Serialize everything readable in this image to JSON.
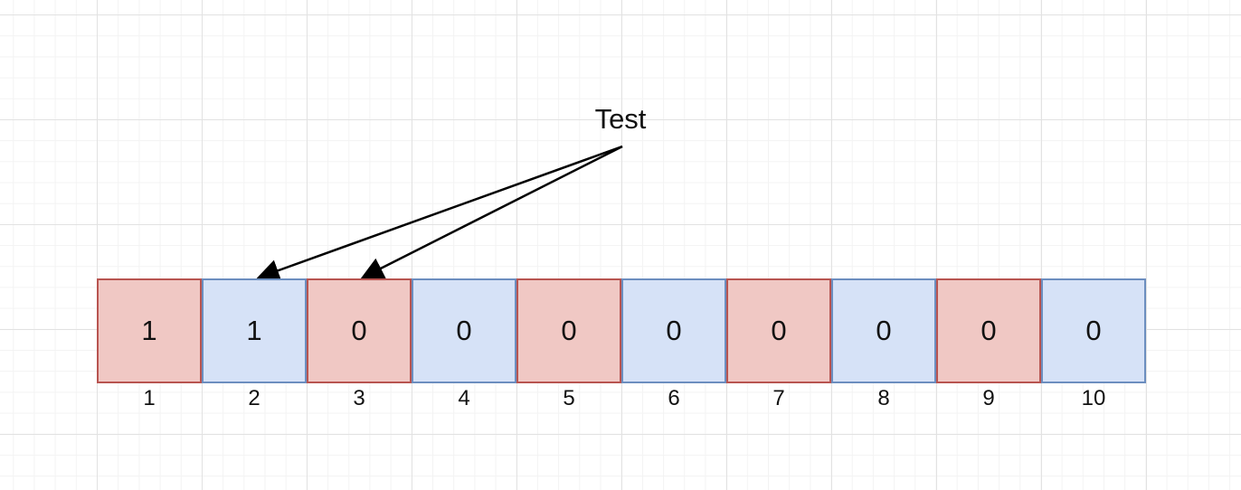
{
  "label": "Test",
  "cells": [
    {
      "value": "1",
      "index": "1",
      "color": "red"
    },
    {
      "value": "1",
      "index": "2",
      "color": "blue"
    },
    {
      "value": "0",
      "index": "3",
      "color": "red"
    },
    {
      "value": "0",
      "index": "4",
      "color": "blue"
    },
    {
      "value": "0",
      "index": "5",
      "color": "red"
    },
    {
      "value": "0",
      "index": "6",
      "color": "blue"
    },
    {
      "value": "0",
      "index": "7",
      "color": "red"
    },
    {
      "value": "0",
      "index": "8",
      "color": "blue"
    },
    {
      "value": "0",
      "index": "9",
      "color": "red"
    },
    {
      "value": "0",
      "index": "10",
      "color": "blue"
    }
  ],
  "arrows": [
    {
      "from": "label",
      "to": "cell 2"
    },
    {
      "from": "label",
      "to": "cell 3"
    }
  ],
  "colors": {
    "red_fill": "#f0c8c4",
    "red_stroke": "#b85450",
    "blue_fill": "#d6e2f7",
    "blue_stroke": "#6c8ebf",
    "arrow": "#000000"
  }
}
